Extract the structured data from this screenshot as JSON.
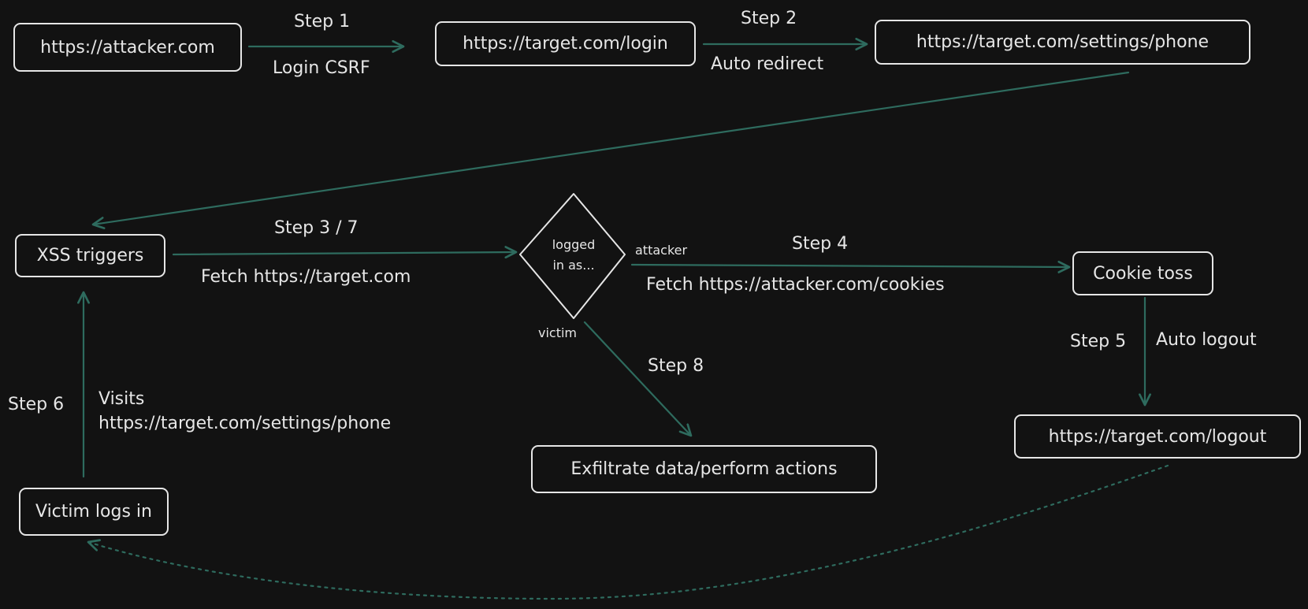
{
  "nodes": {
    "attacker": "https://attacker.com",
    "login": "https://target.com/login",
    "settings": "https://target.com/settings/phone",
    "xss": "XSS triggers",
    "decision": "logged\nin as...",
    "cookie": "Cookie toss",
    "logout": "https://target.com/logout",
    "victim_logs_in": "Victim logs in",
    "exfiltrate": "Exfiltrate data/perform actions"
  },
  "edges": {
    "step1": "Step 1",
    "step1_desc": "Login CSRF",
    "step2": "Step 2",
    "step2_desc": "Auto redirect",
    "step37": "Step 3 / 7",
    "step37_desc": "Fetch https://target.com",
    "branch_attacker": "attacker",
    "branch_victim": "victim",
    "step4": "Step 4",
    "step4_desc": "Fetch https://attacker.com/cookies",
    "step5": "Step 5",
    "step5_desc": "Auto logout",
    "step6": "Step 6",
    "step6_desc": "Visits\nhttps://target.com/settings/phone",
    "step8": "Step 8"
  },
  "colors": {
    "background": "#121212",
    "stroke": "#e6e6e6",
    "arrow": "#2e6b5e"
  }
}
